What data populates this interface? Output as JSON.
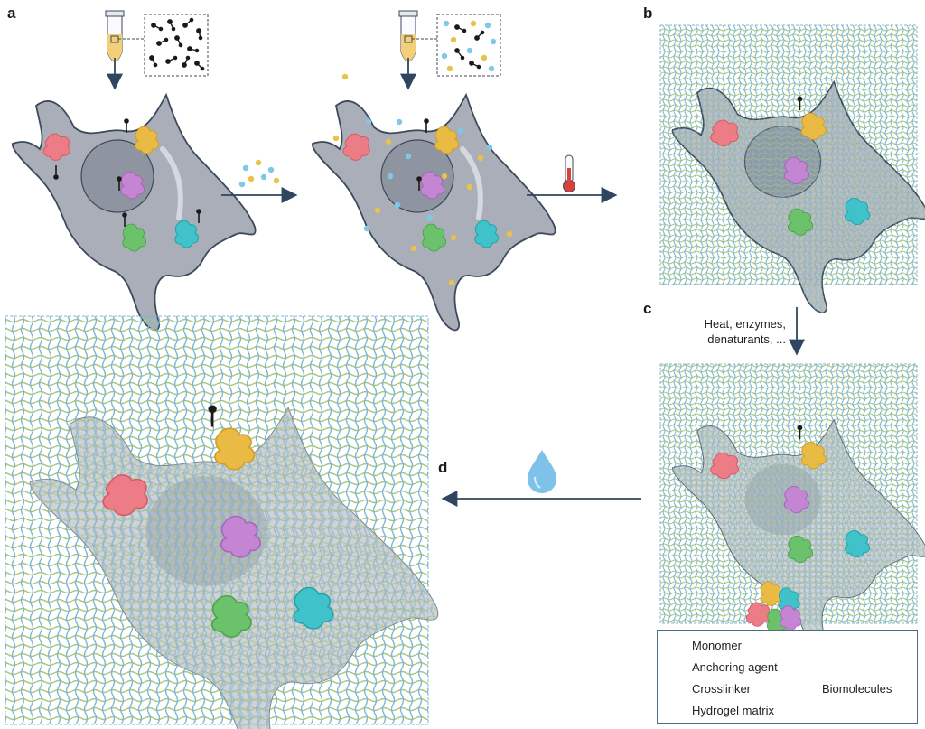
{
  "panels": {
    "a": "a",
    "b": "b",
    "c": "c",
    "d": "d"
  },
  "steps": {
    "c_line1": "Heat, enzymes,",
    "c_line2": "denaturants, ..."
  },
  "legend": {
    "monomer": "Monomer",
    "anchoring_agent": "Anchoring agent",
    "crosslinker": "Crosslinker",
    "hydrogel_matrix": "Hydrogel matrix",
    "biomolecules": "Biomolecules"
  },
  "colors": {
    "cell_fill": "#a9aeb8",
    "cell_stroke": "#3c4a5c",
    "nucleus_fill": "#8e94a0",
    "arrow": "#2f4560",
    "monomer": "#7fc8e8",
    "crosslinker": "#e8c24a",
    "anchor": "#1a1a1a",
    "mesh_green": "#a6c879",
    "mesh_blue": "#7fb5d6",
    "protein_red": "#ec7c86",
    "protein_yellow": "#e9bb44",
    "protein_purple": "#c486d2",
    "protein_green": "#6cc26a",
    "protein_cyan": "#3fc2c9",
    "tube": "#f3cf79",
    "droplet": "#7ec2ea",
    "thermometer": "#d9423a"
  },
  "icons": [
    "tube-icon",
    "thermometer-icon",
    "water-drop-icon",
    "mesh-icon",
    "anchor-icon"
  ]
}
